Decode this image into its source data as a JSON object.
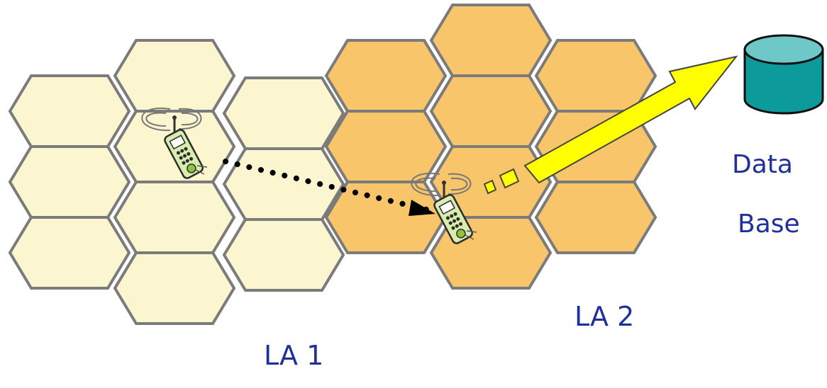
{
  "labels": {
    "area_1": "LA 1",
    "area_2": "LA 2",
    "database_line1": "Data",
    "database_line2": "Base"
  },
  "colors": {
    "area_1_fill": "#fbf6cf",
    "area_2_fill": "#f8c56b",
    "cell_stroke": "#7b7b7b",
    "database_fill": "#0c9a9a",
    "database_top": "#6fc8c8",
    "signal_arrow": "#ffff00",
    "label_text": "#1f2f9c"
  },
  "icons": {
    "mobile_phone": "mobile-phone-icon",
    "database": "database-icon"
  }
}
